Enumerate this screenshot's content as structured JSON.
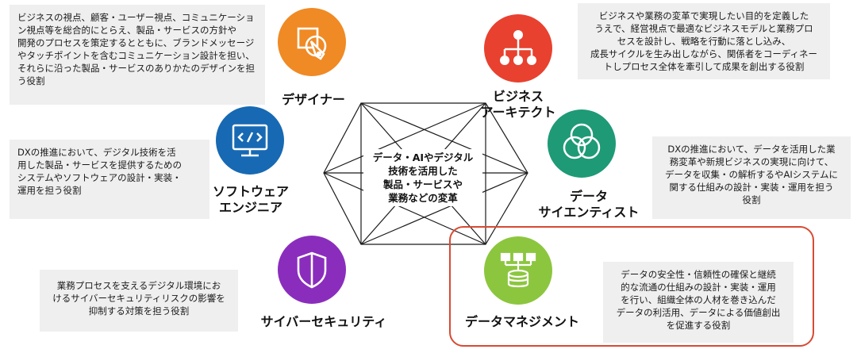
{
  "center": {
    "lines": [
      "データ・AIやデジタル",
      "技術を活用した",
      "製品・サービスや",
      "業務などの変革"
    ]
  },
  "roles": {
    "designer": {
      "label": [
        "デザイナー"
      ],
      "color": "#f08a24",
      "icon": "design-pen-icon",
      "description": [
        "ビジネスの視点、顧客・ユーザー視点、コミュニケーショ",
        "ン視点等を総合的にとらえ、製品・サービスの方針や",
        "開発のプロセスを策定するとともに、ブランドメッセージ",
        "やタッチポイントを含むコミュニケーション設計を担い、",
        "それらに沿った製品・サービスのありかたのデザインを担",
        "う役割"
      ]
    },
    "business_architect": {
      "label": [
        "ビジネス",
        "アーキテクト"
      ],
      "color": "#e8412f",
      "icon": "org-chart-icon",
      "description": [
        "ビジネスや業務の変革で実現したい目的を定義した",
        "うえで、経営視点で最適なビジネスモデルと業務プロ",
        "セスを設計し、戦略を行動に落とし込み、",
        "成長サイクルを生み出しながら、関係者をコーディネー",
        "トしプロセス全体を牽引して成果を創出する役割"
      ]
    },
    "software_engineer": {
      "label": [
        "ソフトウェア",
        "エンジニア"
      ],
      "color": "#1769b3",
      "icon": "code-monitor-icon",
      "description": [
        "DXの推進において、デジタル技術を活",
        "用した製品・サービスを提供するための",
        "システムやソフトウェアの設計・実装・",
        "運用を担う役割"
      ]
    },
    "data_scientist": {
      "label": [
        "データ",
        "サイエンティスト"
      ],
      "color": "#1e9a76",
      "icon": "venn-circles-icon",
      "description": [
        "DXの推進において、データを活用した業",
        "務変革や新規ビジネスの実現に向けて、",
        "データを収集・の解析するやAIシステムに",
        "関する仕組みの設計・実装・運用を担う",
        "役割"
      ]
    },
    "cyber_security": {
      "label": [
        "サイバーセキュリティ"
      ],
      "color": "#8a2dbd",
      "icon": "shield-icon",
      "description": [
        "業務プロセスを支えるデジタル環境にお",
        "けるサイバーセキュリティリスクの影響を",
        "抑制する対策を担う役割"
      ]
    },
    "data_management": {
      "label": [
        "データマネジメント"
      ],
      "color": "#8cc63e",
      "icon": "database-tree-icon",
      "description": [
        "データの安全性・信頼性の確保と継続",
        "的な流通の仕組みの設計・実装・運用",
        "を行い、組織全体の人材を巻き込んだ",
        "データの利活用、データによる価値創出",
        "を促進する役割"
      ]
    }
  }
}
